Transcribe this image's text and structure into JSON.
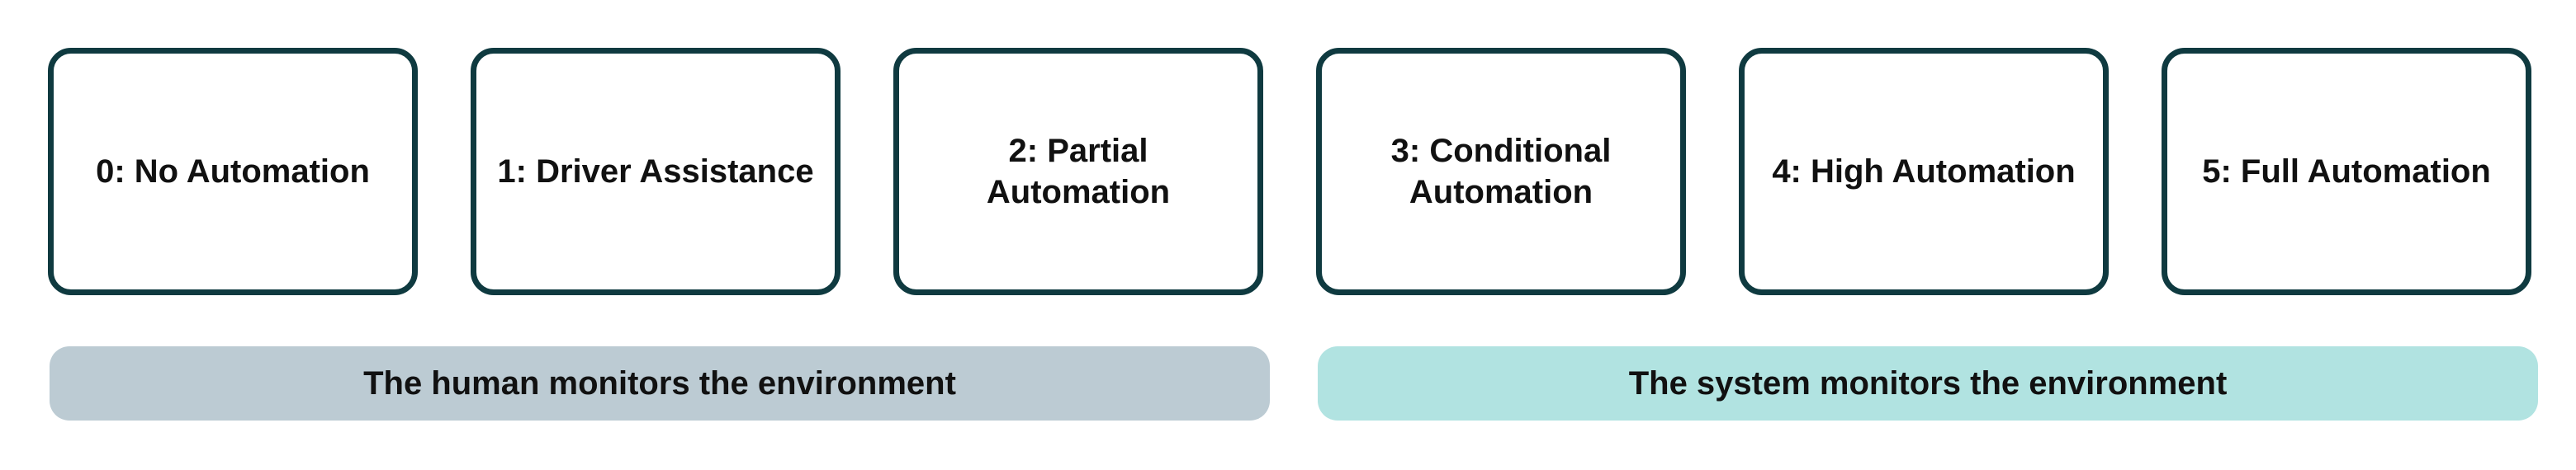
{
  "levels": [
    {
      "label": "0: No Automation"
    },
    {
      "label": "1: Driver Assistance"
    },
    {
      "label": "2: Partial Automation"
    },
    {
      "label": "3: Conditional Automation"
    },
    {
      "label": "4: High Automation"
    },
    {
      "label": "5: Full Automation"
    }
  ],
  "bands": {
    "human": {
      "label": "The human monitors the environment",
      "color": "#bccbd3"
    },
    "system": {
      "label": "The system monitors the environment",
      "color": "#b1e3e1"
    }
  },
  "colors": {
    "box_border": "#0f3a40",
    "text": "#111111"
  }
}
